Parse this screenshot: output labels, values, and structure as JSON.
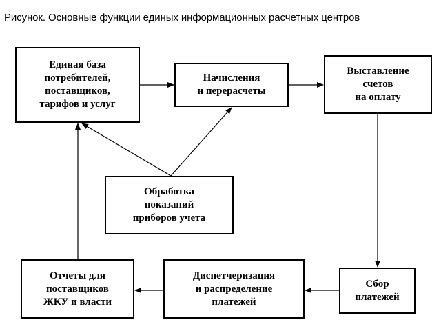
{
  "caption": "Рисунок. Основные функции единых информационных расчетных центров",
  "boxes": {
    "database": "Единая база\nпотребителей,\nпоставщиков,\nтарифов и услуг",
    "charges": "Начисления\nи перерасчеты",
    "billing": "Выставление\nсчетов\nна оплату",
    "metering": "Обработка\nпоказаний\nприборов учета",
    "reports": "Отчеты для\nпоставщиков\nЖКУ и власти",
    "dispatch": "Диспетчеризация\nи распределение\nплатежей",
    "collection": "Сбор\nплатежей"
  },
  "colors": {
    "line": "#000000",
    "background": "#ffffff"
  }
}
